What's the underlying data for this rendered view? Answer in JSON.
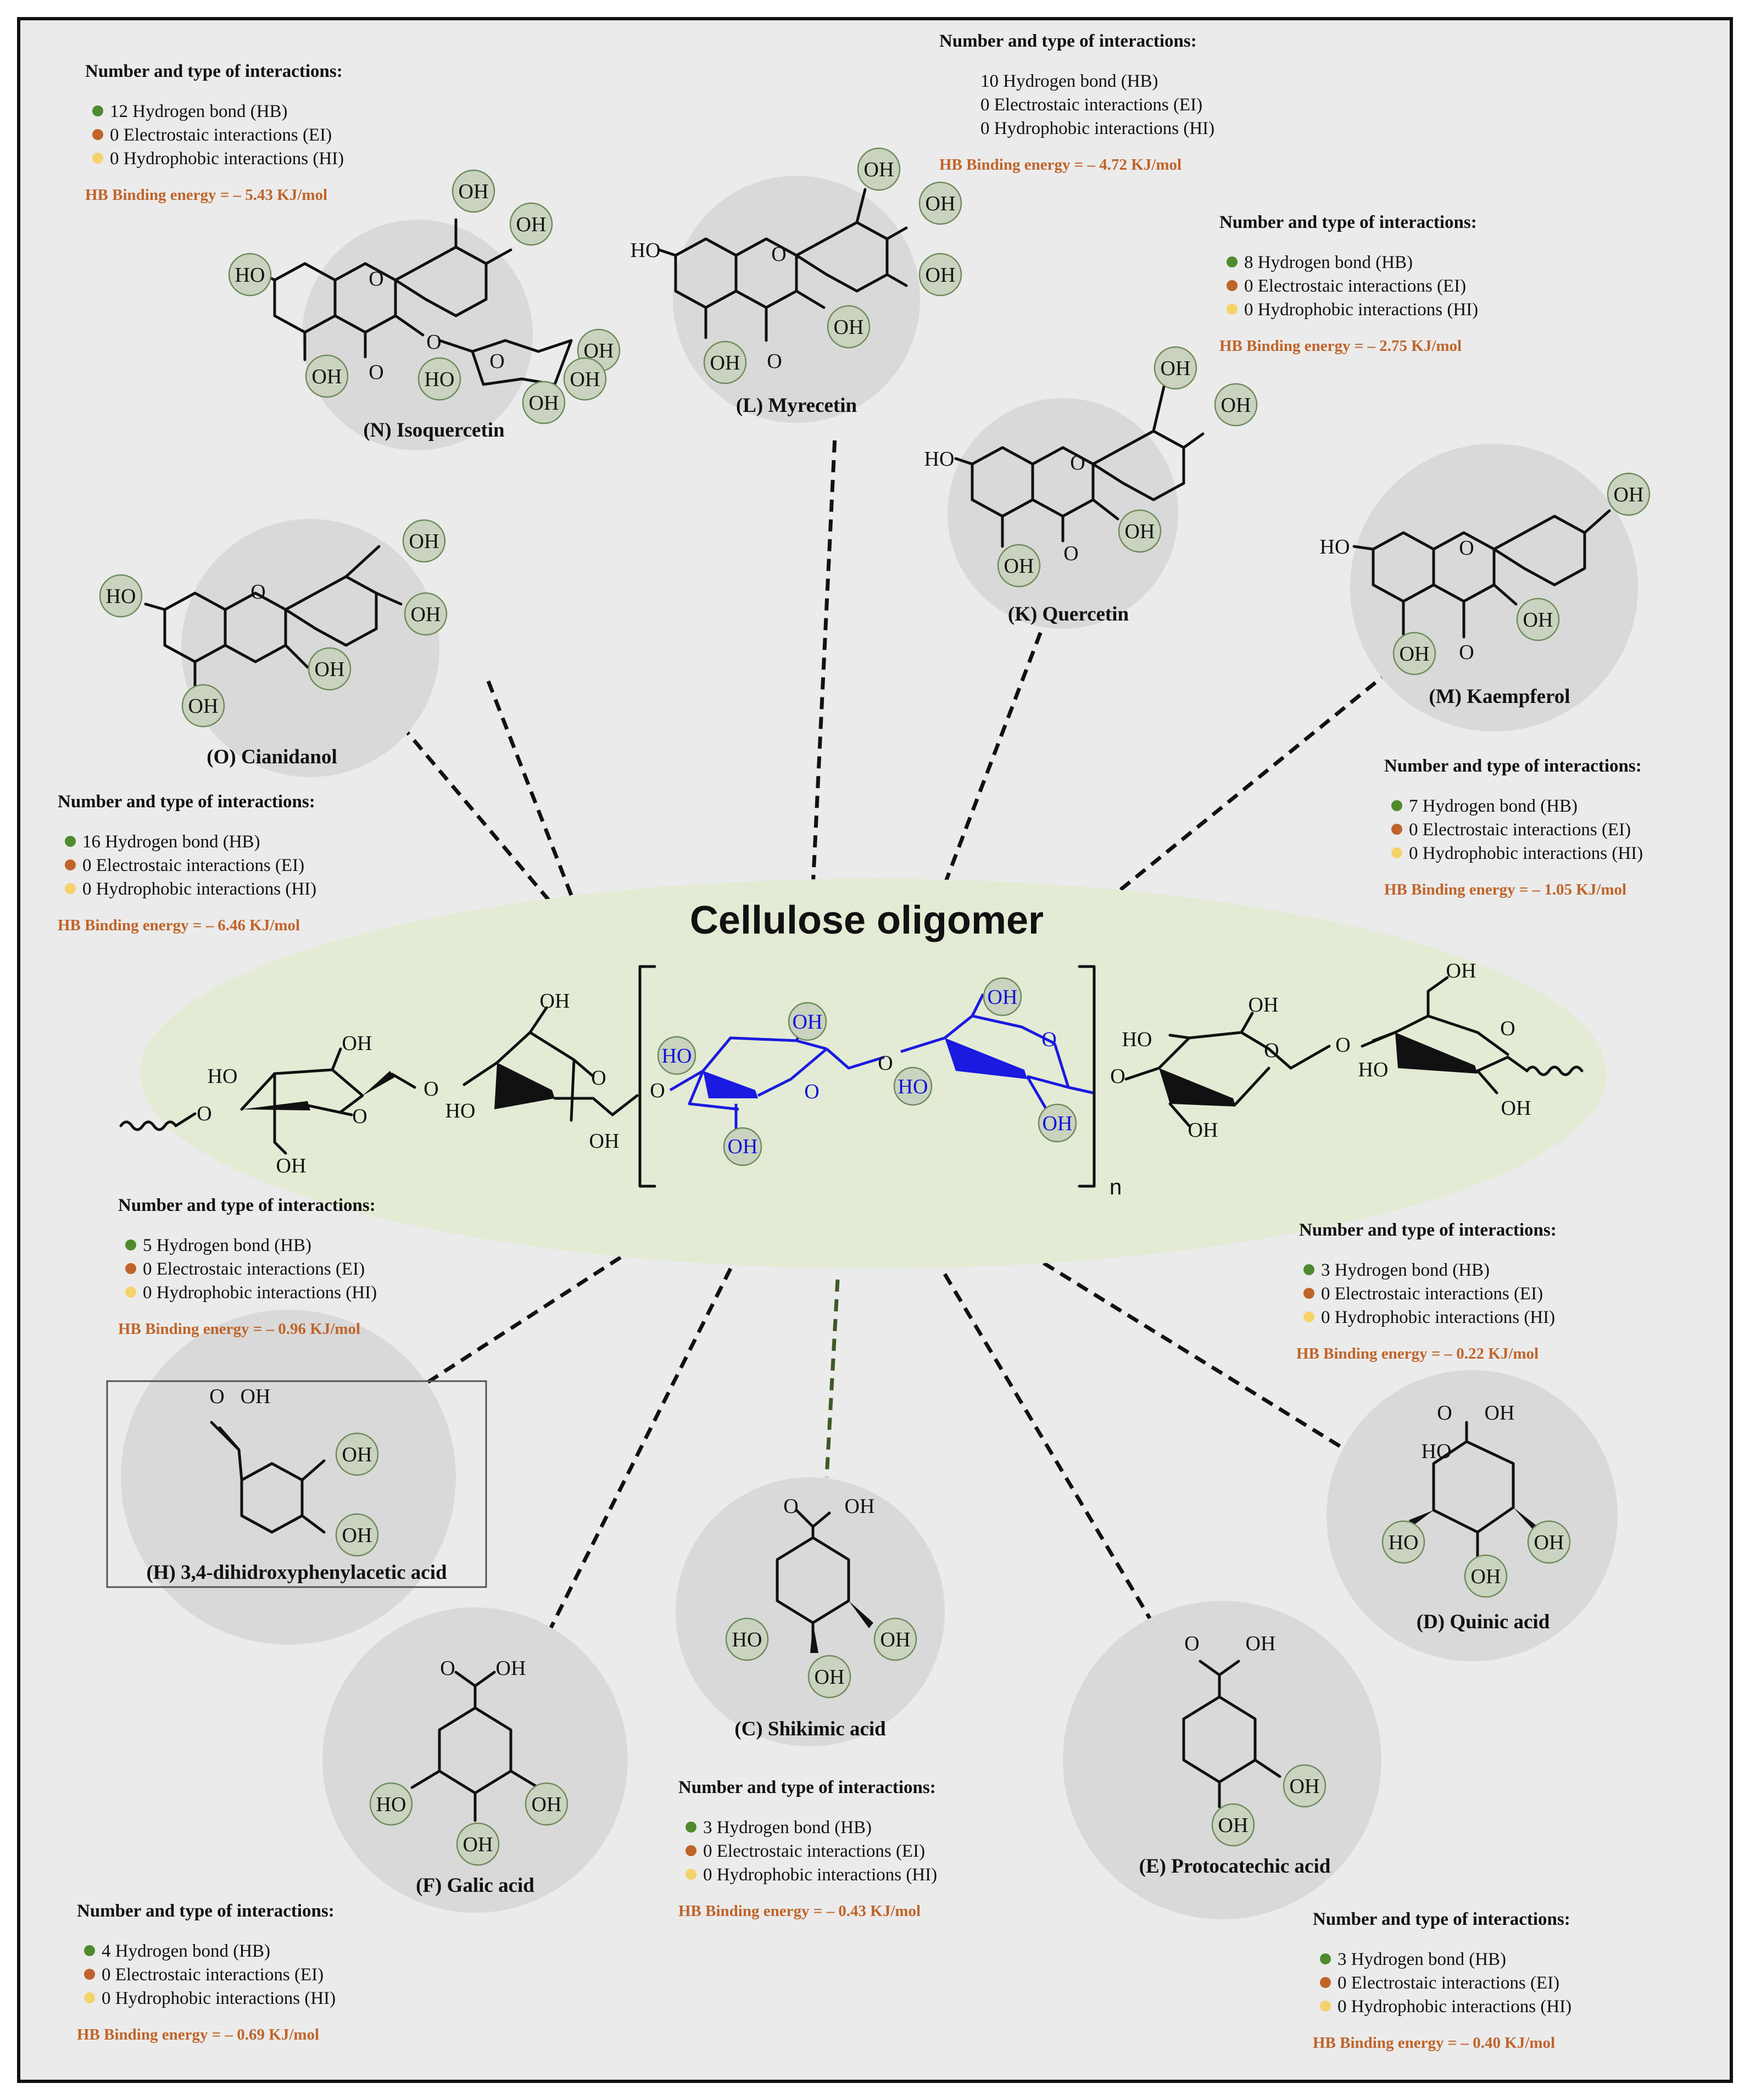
{
  "title": "Cellulose oligomer",
  "repeat_label": "n",
  "legend_colors": {
    "hb": "#4f8a2f",
    "ei": "#c0642a",
    "hi": "#f4d36c",
    "energy": "#c0642a",
    "oligomer_fill": "#e3ebd5",
    "molecule_fill": "#d9d9d9",
    "repeat_unit": "#1a1ae0"
  },
  "atoms": {
    "OH": "OH",
    "HO": "HO",
    "O": "O"
  },
  "compounds": [
    {
      "id": "N",
      "caption": "(N) Isoquercetin",
      "heading": "Number and type of interactions:",
      "hb": "12 Hydrogen bond (HB)",
      "ei": "0 Electrostaic interactions (EI)",
      "hi": "0 Hydrophobic interactions (HI)",
      "energy": "HB Binding energy = – 5.43 KJ/mol"
    },
    {
      "id": "L",
      "caption": "(L) Myrecetin",
      "heading": "Number and type of interactions:",
      "hb": "10 Hydrogen bond (HB)",
      "ei": "0 Electrostaic interactions (EI)",
      "hi": "0 Hydrophobic interactions (HI)",
      "energy": "HB Binding energy = – 4.72 KJ/mol"
    },
    {
      "id": "K",
      "caption": "(K) Quercetin",
      "heading": "Number and type of interactions:",
      "hb": "8 Hydrogen bond (HB)",
      "ei": "0 Electrostaic interactions (EI)",
      "hi": "0 Hydrophobic interactions (HI)",
      "energy": "HB Binding energy = – 2.75 KJ/mol"
    },
    {
      "id": "M",
      "caption": "(M) Kaempferol",
      "heading": "Number and type of interactions:",
      "hb": "7 Hydrogen bond (HB)",
      "ei": "0 Electrostaic interactions (EI)",
      "hi": "0 Hydrophobic interactions (HI)",
      "energy": "HB Binding energy = – 1.05 KJ/mol"
    },
    {
      "id": "O",
      "caption": "(O) Cianidanol",
      "heading": "Number and type of interactions:",
      "hb": "16 Hydrogen bond (HB)",
      "ei": "0 Electrostaic interactions (EI)",
      "hi": "0 Hydrophobic interactions (HI)",
      "energy": "HB Binding energy = – 6.46 KJ/mol"
    },
    {
      "id": "H",
      "caption": "(H) 3,4-dihidroxyphenylacetic acid",
      "heading": "Number and type of interactions:",
      "hb": "5 Hydrogen bond (HB)",
      "ei": "0 Electrostaic interactions (EI)",
      "hi": "0 Hydrophobic interactions (HI)",
      "energy": "HB Binding energy = – 0.96 KJ/mol"
    },
    {
      "id": "D",
      "caption": "(D) Quinic acid",
      "heading": "Number and type of interactions:",
      "hb": "3 Hydrogen bond (HB)",
      "ei": "0 Electrostaic interactions (EI)",
      "hi": "0 Hydrophobic interactions (HI)",
      "energy": "HB Binding energy = – 0.22 KJ/mol"
    },
    {
      "id": "C",
      "caption": "(C) Shikimic acid",
      "heading": "Number and type of interactions:",
      "hb": "3 Hydrogen bond (HB)",
      "ei": "0 Electrostaic interactions (EI)",
      "hi": "0 Hydrophobic interactions (HI)",
      "energy": "HB Binding energy = – 0.43 KJ/mol"
    },
    {
      "id": "F",
      "caption": "(F) Galic acid",
      "heading": "Number and type of interactions:",
      "hb": "4 Hydrogen bond (HB)",
      "ei": "0 Electrostaic interactions (EI)",
      "hi": "0 Hydrophobic interactions (HI)",
      "energy": "HB Binding energy = – 0.69 KJ/mol"
    },
    {
      "id": "E",
      "caption": "(E) Protocatechic acid",
      "heading": "Number and type of interactions:",
      "hb": "3 Hydrogen bond (HB)",
      "ei": "0 Electrostaic interactions (EI)",
      "hi": "0 Hydrophobic interactions (HI)",
      "energy": "HB Binding energy = – 0.40 KJ/mol"
    }
  ]
}
